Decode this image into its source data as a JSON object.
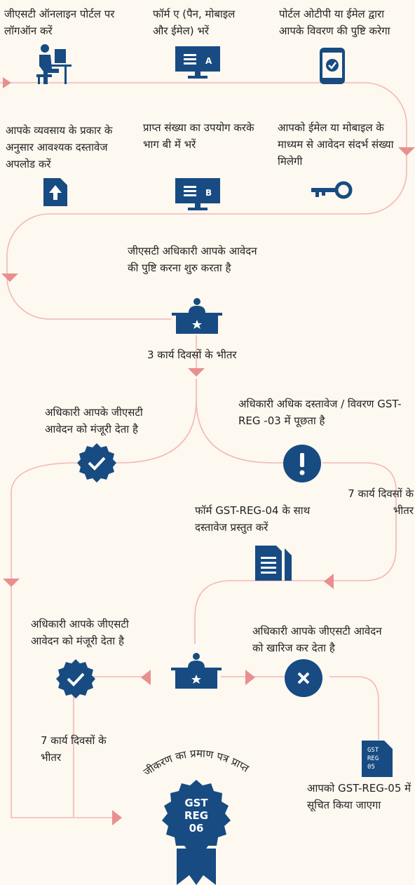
{
  "colors": {
    "navy": "#174b82",
    "line": "#f2b8b8",
    "arrow": "#e98f8f",
    "background": "#fdf8f0"
  },
  "steps": {
    "login": "जीएसटी ऑनलाइन पोर्टल पर लॉगऑन करें",
    "form_a": "फॉर्म ए (पैन, मोबाइल और ईमेल) भरें",
    "otp_verify": "पोर्टल ओटीपी या ईमेल द्वारा आपके विवरण की पुष्टि करेगा",
    "reference_number": "आपको ईमेल या मोबाइल के माध्यम से आवेदन संदर्भ संख्या मिलेगी",
    "part_b": "प्राप्त संख्या का उपयोग करके भाग बी में भरें",
    "upload_docs": "आपके व्यवसाय के प्रकार के अनुसार आवश्यक दस्तावेज अपलोड करें",
    "officer_verify": "जीएसटी अधिकारी आपके आवेदन की पुष्टि करना शुरु करता है",
    "three_days": "3 कार्य दिवसों के भीतर",
    "approve_1": "अधिकारी आपके जीएसटी आवेदन को मंजूरी देता है",
    "query": "अधिकारी अधिक दस्तावेज / विवरण GST-REG -03 में पूछता है",
    "seven_days_a": "7 कार्य दिवसों के भीतर",
    "submit_reg04": "फॉर्म GST-REG-04 के साथ दस्तावेज प्रस्तुत करें",
    "approve_2": "अधिकारी आपके जीएसटी आवेदन को मंजूरी देता है",
    "reject": "अधिकारी आपके जीएसटी आवेदन को खारिज कर देता है",
    "seven_days_b": "7 कार्य दिवसों के भीतर",
    "reg05_notice": "आपको GST-REG-05 में सूचित किया जाएगा",
    "certificate": "आप पंजीकरण का प्रमाण पत्र प्राप्त करते हैं"
  },
  "icons": {
    "monitor_a_letter": "A",
    "monitor_b_letter": "B",
    "doc_reg05": [
      "GST",
      "REG",
      "05"
    ],
    "badge": [
      "GST",
      "REG",
      "06"
    ]
  },
  "icon_names": [
    "person-laptop-icon",
    "monitor-form-a-icon",
    "phone-check-icon",
    "key-icon",
    "monitor-form-b-icon",
    "upload-icon",
    "officer-desk-icon",
    "check-circle-icon",
    "exclamation-circle-icon",
    "documents-icon",
    "cross-circle-icon",
    "gst-reg-05-document-icon",
    "gst-reg-06-badge-icon"
  ]
}
